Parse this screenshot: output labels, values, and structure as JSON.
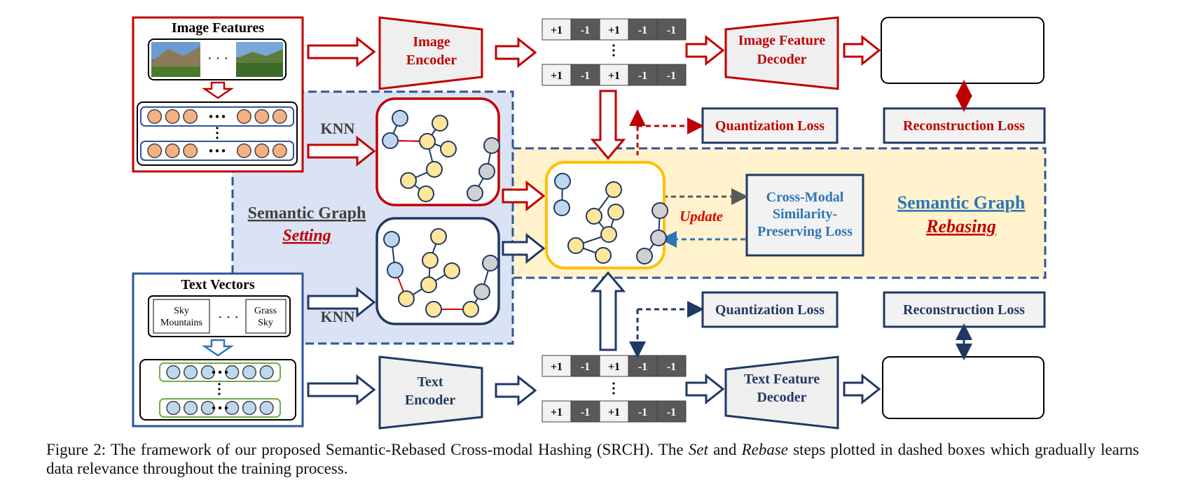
{
  "image_features": {
    "title": "Image Features",
    "ellipsis": "· · ·"
  },
  "text_vectors": {
    "title": "Text Vectors",
    "word_box_left": [
      "Sky",
      "Mountains"
    ],
    "word_box_right": [
      "Grass",
      "Sky"
    ],
    "ellipsis": "· · ·"
  },
  "knn_top": "KNN",
  "knn_bottom": "KNN",
  "image_encoder": [
    "Image",
    "Encoder"
  ],
  "text_encoder": [
    "Text",
    "Encoder"
  ],
  "image_decoder": [
    "Image Feature",
    "Decoder"
  ],
  "text_decoder": [
    "Text Feature",
    "Decoder"
  ],
  "hash_code": [
    "+1",
    "-1",
    "+1",
    "-1",
    "-1"
  ],
  "losses": {
    "quantization_top": "Quantization Loss",
    "reconstruction_top": "Reconstruction Loss",
    "quantization_bottom": "Quantization Loss",
    "reconstruction_bottom": "Reconstruction Loss",
    "cross_modal": [
      "Cross-Modal",
      "Similarity-",
      "Preserving Loss"
    ]
  },
  "semantic_graph_setting": {
    "title": "Semantic Graph",
    "subtitle": "Setting"
  },
  "semantic_graph_rebasing": {
    "title": "Semantic Graph",
    "subtitle": "Rebasing"
  },
  "update_label": "Update",
  "caption": {
    "part1": "Figure 2: The framework of our proposed Semantic-Rebased Cross-modal Hashing (SRCH). The ",
    "set_word": "Set",
    "part2": " and ",
    "rebase_word": "Rebase",
    "part3": " steps plotted in dashed boxes which gradually learns data relevance throughout the training process."
  },
  "colors": {
    "red": "#c00000",
    "navy": "#203864",
    "blue": "#2e75b6",
    "gold": "#ffc000",
    "orange_node": "#f4b183",
    "blue_node": "#bdd7ee",
    "yellow_node": "#ffe699",
    "gray_node": "#d0d0d0",
    "setting_bg": "#dae3f3",
    "rebasing_bg": "#fff2cc"
  }
}
